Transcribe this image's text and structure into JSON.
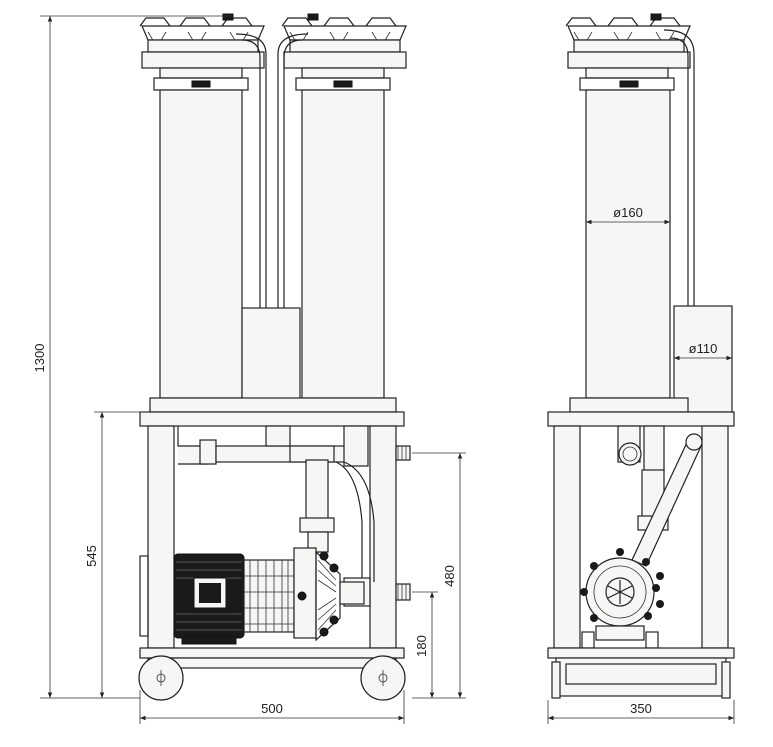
{
  "drawing": {
    "front_view": {
      "dim_height_total": "1300",
      "dim_height_base": "545",
      "dim_inlet_height": "480",
      "dim_outlet_height": "180",
      "dim_width": "500"
    },
    "side_view": {
      "dim_cylinder_diameter": "ø160",
      "dim_pipe_diameter": "ø110",
      "dim_depth": "350"
    }
  },
  "colors": {
    "line": "#222222",
    "fill": "#f6f6f4",
    "motor": "#1a1a1a",
    "background": "#ffffff"
  }
}
